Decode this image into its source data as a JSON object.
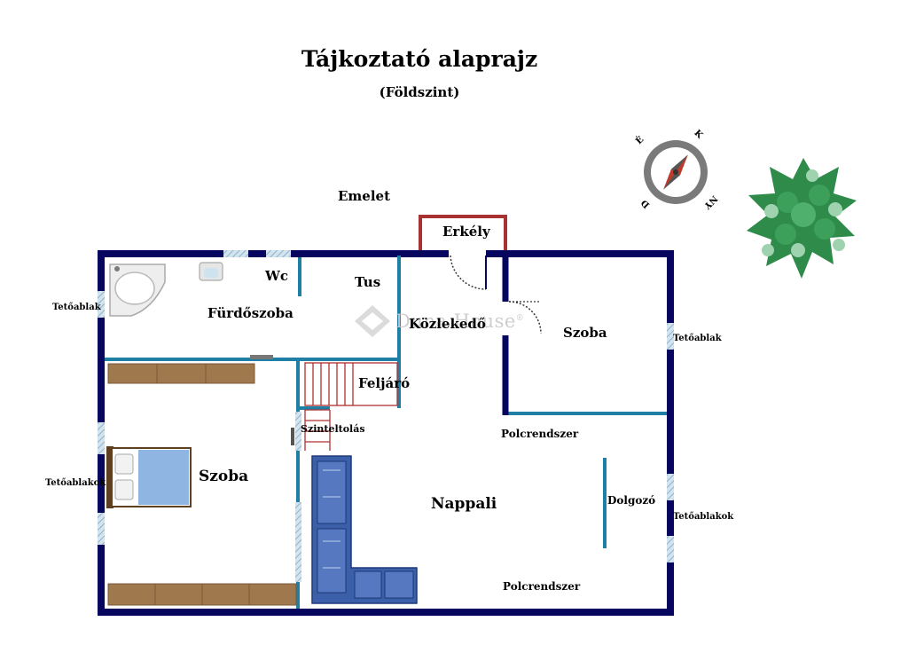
{
  "header": {
    "title": "Tájkoztató alaprajz",
    "subtitle": "(Földszint)"
  },
  "compass": {
    "letters": [
      "É",
      "K",
      "D",
      "NY"
    ]
  },
  "watermark": {
    "text": "Duna House",
    "trademark": "®"
  },
  "rooms": {
    "emelet": "Emelet",
    "erkely": "Erkély",
    "wc": "Wc",
    "tus": "Tus",
    "furdoszoba": "Fürdőszoba",
    "kozlekedo": "Közlekedő",
    "szoba_right": "Szoba",
    "feljaro": "Feljáró",
    "szinteltolas": "Szinteltolás",
    "szoba_left": "Szoba",
    "nappali": "Nappali",
    "dolgozo": "Dolgozó",
    "polcrendszer_top": "Polcrendszer",
    "polcrendszer_bottom": "Polcrendszer"
  },
  "windows": {
    "tetoablak_left": "Tetőablak",
    "tetoablak_right": "Tetőablak",
    "tetoablakok_left": "Tetőablakok",
    "tetoablakok_right": "Tetőablakok"
  },
  "colors": {
    "outer_wall": "#06065e",
    "inner_wall": "#1f7fa5",
    "balcony": "#a83232",
    "stairs": "#b03030",
    "furniture_wood": "#a0784e",
    "sofa": "#3b5fa8",
    "bed_blanket": "#8fb6e3",
    "plant": "#2e8b4a",
    "window_glass": "#a9c8dc"
  }
}
